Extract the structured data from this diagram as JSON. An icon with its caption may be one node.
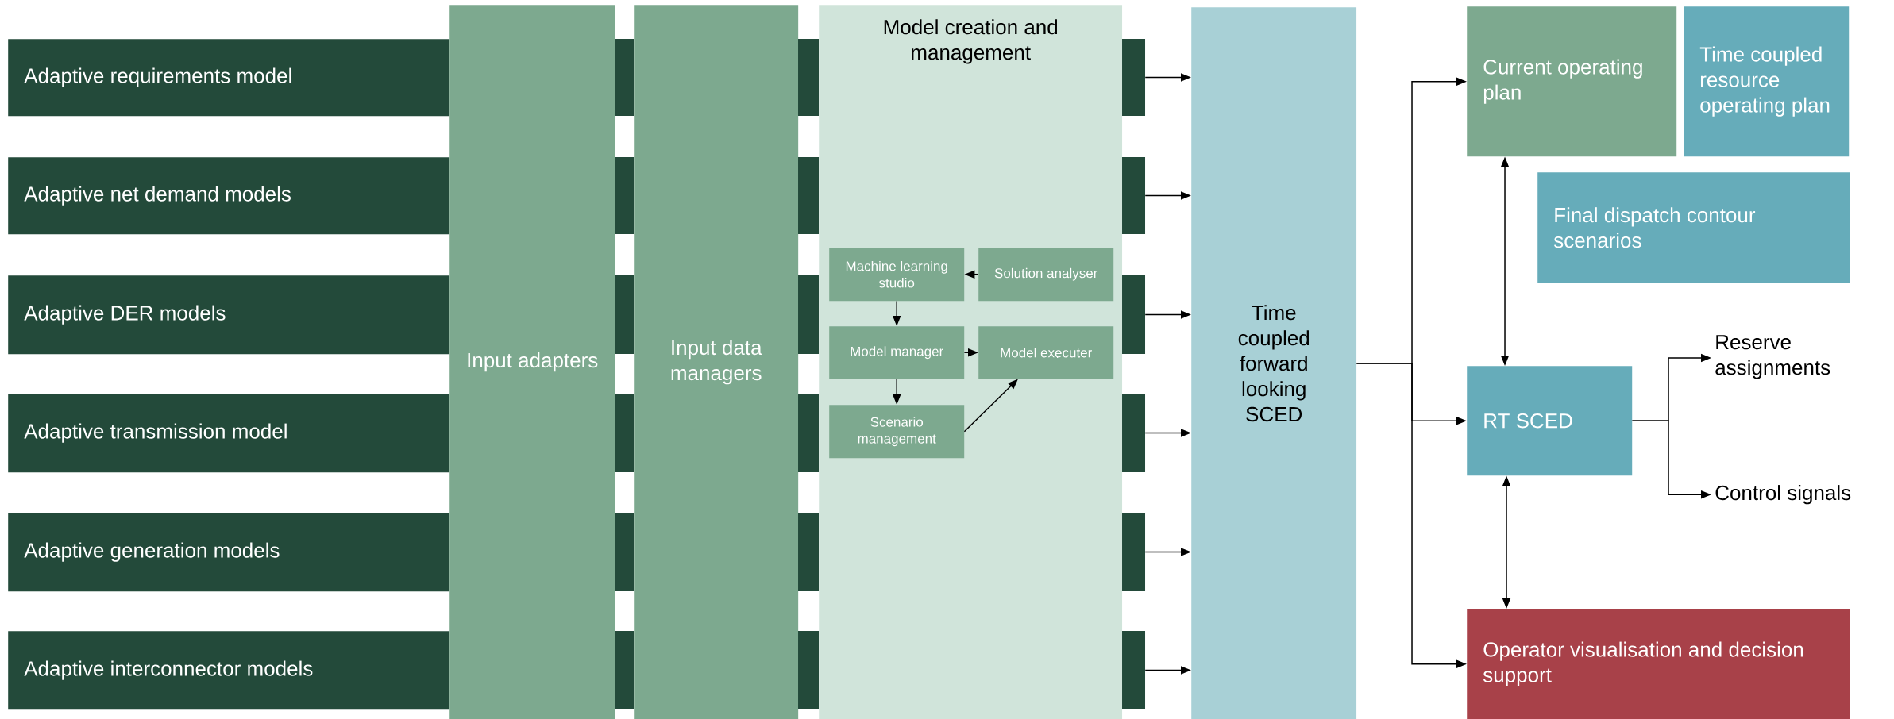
{
  "diagram": {
    "nodes": [
      {
        "text": [
          "Adaptive requirements model"
        ]
      },
      {
        "text": [
          "Adaptive net demand models"
        ]
      },
      {
        "text": [
          "Adaptive DER models"
        ]
      },
      {
        "text": [
          "Adaptive transmission model"
        ]
      },
      {
        "text": [
          "Adaptive generation models"
        ]
      },
      {
        "text": [
          "Adaptive interconnector models"
        ]
      },
      {
        "text": [
          "Input adapters"
        ]
      },
      {
        "text": [
          "Input data managers"
        ]
      },
      {
        "text": [
          "Model creation and management"
        ]
      },
      {
        "text": [
          "Machine learning studio"
        ],
        "in": 8
      },
      {
        "text": [
          "Solution analyser"
        ],
        "in": 8
      },
      {
        "text": [
          "Model manager"
        ],
        "in": 8
      },
      {
        "text": [
          "Model executer"
        ],
        "in": 8
      },
      {
        "text": [
          "Scenario management"
        ],
        "in": 8
      },
      {
        "text": [],
        "shape": "bar"
      },
      {
        "text": [],
        "shape": "bar"
      },
      {
        "text": [],
        "shape": "bar"
      },
      {
        "text": [],
        "shape": "bar"
      },
      {
        "text": [],
        "shape": "bar"
      },
      {
        "text": [],
        "shape": "bar"
      },
      {
        "text": [],
        "shape": "bar"
      },
      {
        "text": [],
        "shape": "bar"
      },
      {
        "text": [],
        "shape": "bar"
      },
      {
        "text": [],
        "shape": "bar"
      },
      {
        "text": [],
        "shape": "bar"
      },
      {
        "text": [],
        "shape": "bar"
      },
      {
        "text": [],
        "shape": "bar"
      },
      {
        "text": [],
        "shape": "bar"
      },
      {
        "text": [],
        "shape": "bar"
      },
      {
        "text": [],
        "shape": "bar"
      },
      {
        "text": [],
        "shape": "bar"
      },
      {
        "text": [],
        "shape": "bar"
      },
      {
        "text": [
          "Time coupled forward looking SCED"
        ]
      },
      {
        "text": [
          "Current operating plan"
        ]
      },
      {
        "text": [
          "Time coupled resource operating plan"
        ]
      },
      {
        "text": [
          "Final dispatch contour scenarios"
        ]
      },
      {
        "text": [
          "RT SCED"
        ]
      },
      {
        "text": [
          "Reserve assignments"
        ]
      },
      {
        "text": [
          "Control signals"
        ]
      },
      {
        "text": [
          "Operator visualisation and decision support"
        ]
      }
    ],
    "edges": [
      {
        "from": 16,
        "to": 32,
        "arrow": "to"
      },
      {
        "from": 19,
        "to": 32,
        "arrow": "to"
      },
      {
        "from": 22,
        "to": 32,
        "arrow": "to"
      },
      {
        "from": 25,
        "to": 32,
        "arrow": "to"
      },
      {
        "from": 28,
        "to": 32,
        "arrow": "to"
      },
      {
        "from": 31,
        "to": 32,
        "arrow": "to"
      },
      {
        "from": 10,
        "to": 9,
        "arrow": "to"
      },
      {
        "from": 9,
        "to": 11,
        "arrow": "to"
      },
      {
        "from": 11,
        "to": 12,
        "arrow": "to"
      },
      {
        "from": 11,
        "to": 13,
        "arrow": "to"
      },
      {
        "from": 13,
        "to": 12,
        "arrow": "to"
      },
      {
        "from": 32,
        "to": 33,
        "arrow": "to"
      },
      {
        "from": 32,
        "to": 36,
        "arrow": "to"
      },
      {
        "from": 32,
        "to": 39,
        "arrow": "to"
      },
      {
        "from": 33,
        "to": 36,
        "arrow": "both"
      },
      {
        "from": 36,
        "to": 39,
        "arrow": "both"
      },
      {
        "from": 36,
        "to": 37,
        "arrow": "to"
      },
      {
        "from": 36,
        "to": 38,
        "arrow": "to"
      }
    ]
  }
}
